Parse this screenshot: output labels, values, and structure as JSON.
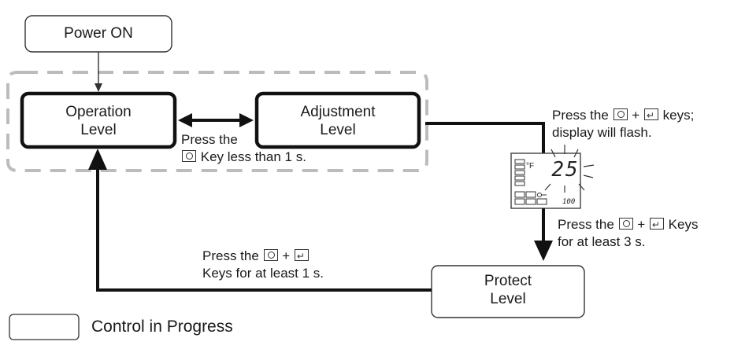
{
  "nodes": {
    "power_on": "Power ON",
    "operation_level": "Operation\nLevel",
    "adjustment_level": "Adjustment\nLevel",
    "protect_level": "Protect\nLevel"
  },
  "notes": {
    "op_adj_line1": "Press the",
    "op_adj_line2_suffix": "Key less than 1 s.",
    "adj_protect_a_prefix": "Press the",
    "adj_protect_a_suffix": "keys;",
    "adj_protect_b": "display will flash.",
    "enter_protect_prefix": "Press the",
    "enter_protect_suffix": "Keys",
    "enter_protect_line2": "for at least 3 s.",
    "exit_protect_prefix": "Press the",
    "exit_protect_line2": "Keys for at least 1 s."
  },
  "display": {
    "unit": "°F",
    "value": "25",
    "sub_value": "100"
  },
  "legend": {
    "label": "Control in Progress"
  },
  "icons": [
    "mode-key-icon",
    "enter-key-icon"
  ],
  "colors": {
    "stroke": "#1a1a1a",
    "dashed_group": "#bcbcbc"
  }
}
